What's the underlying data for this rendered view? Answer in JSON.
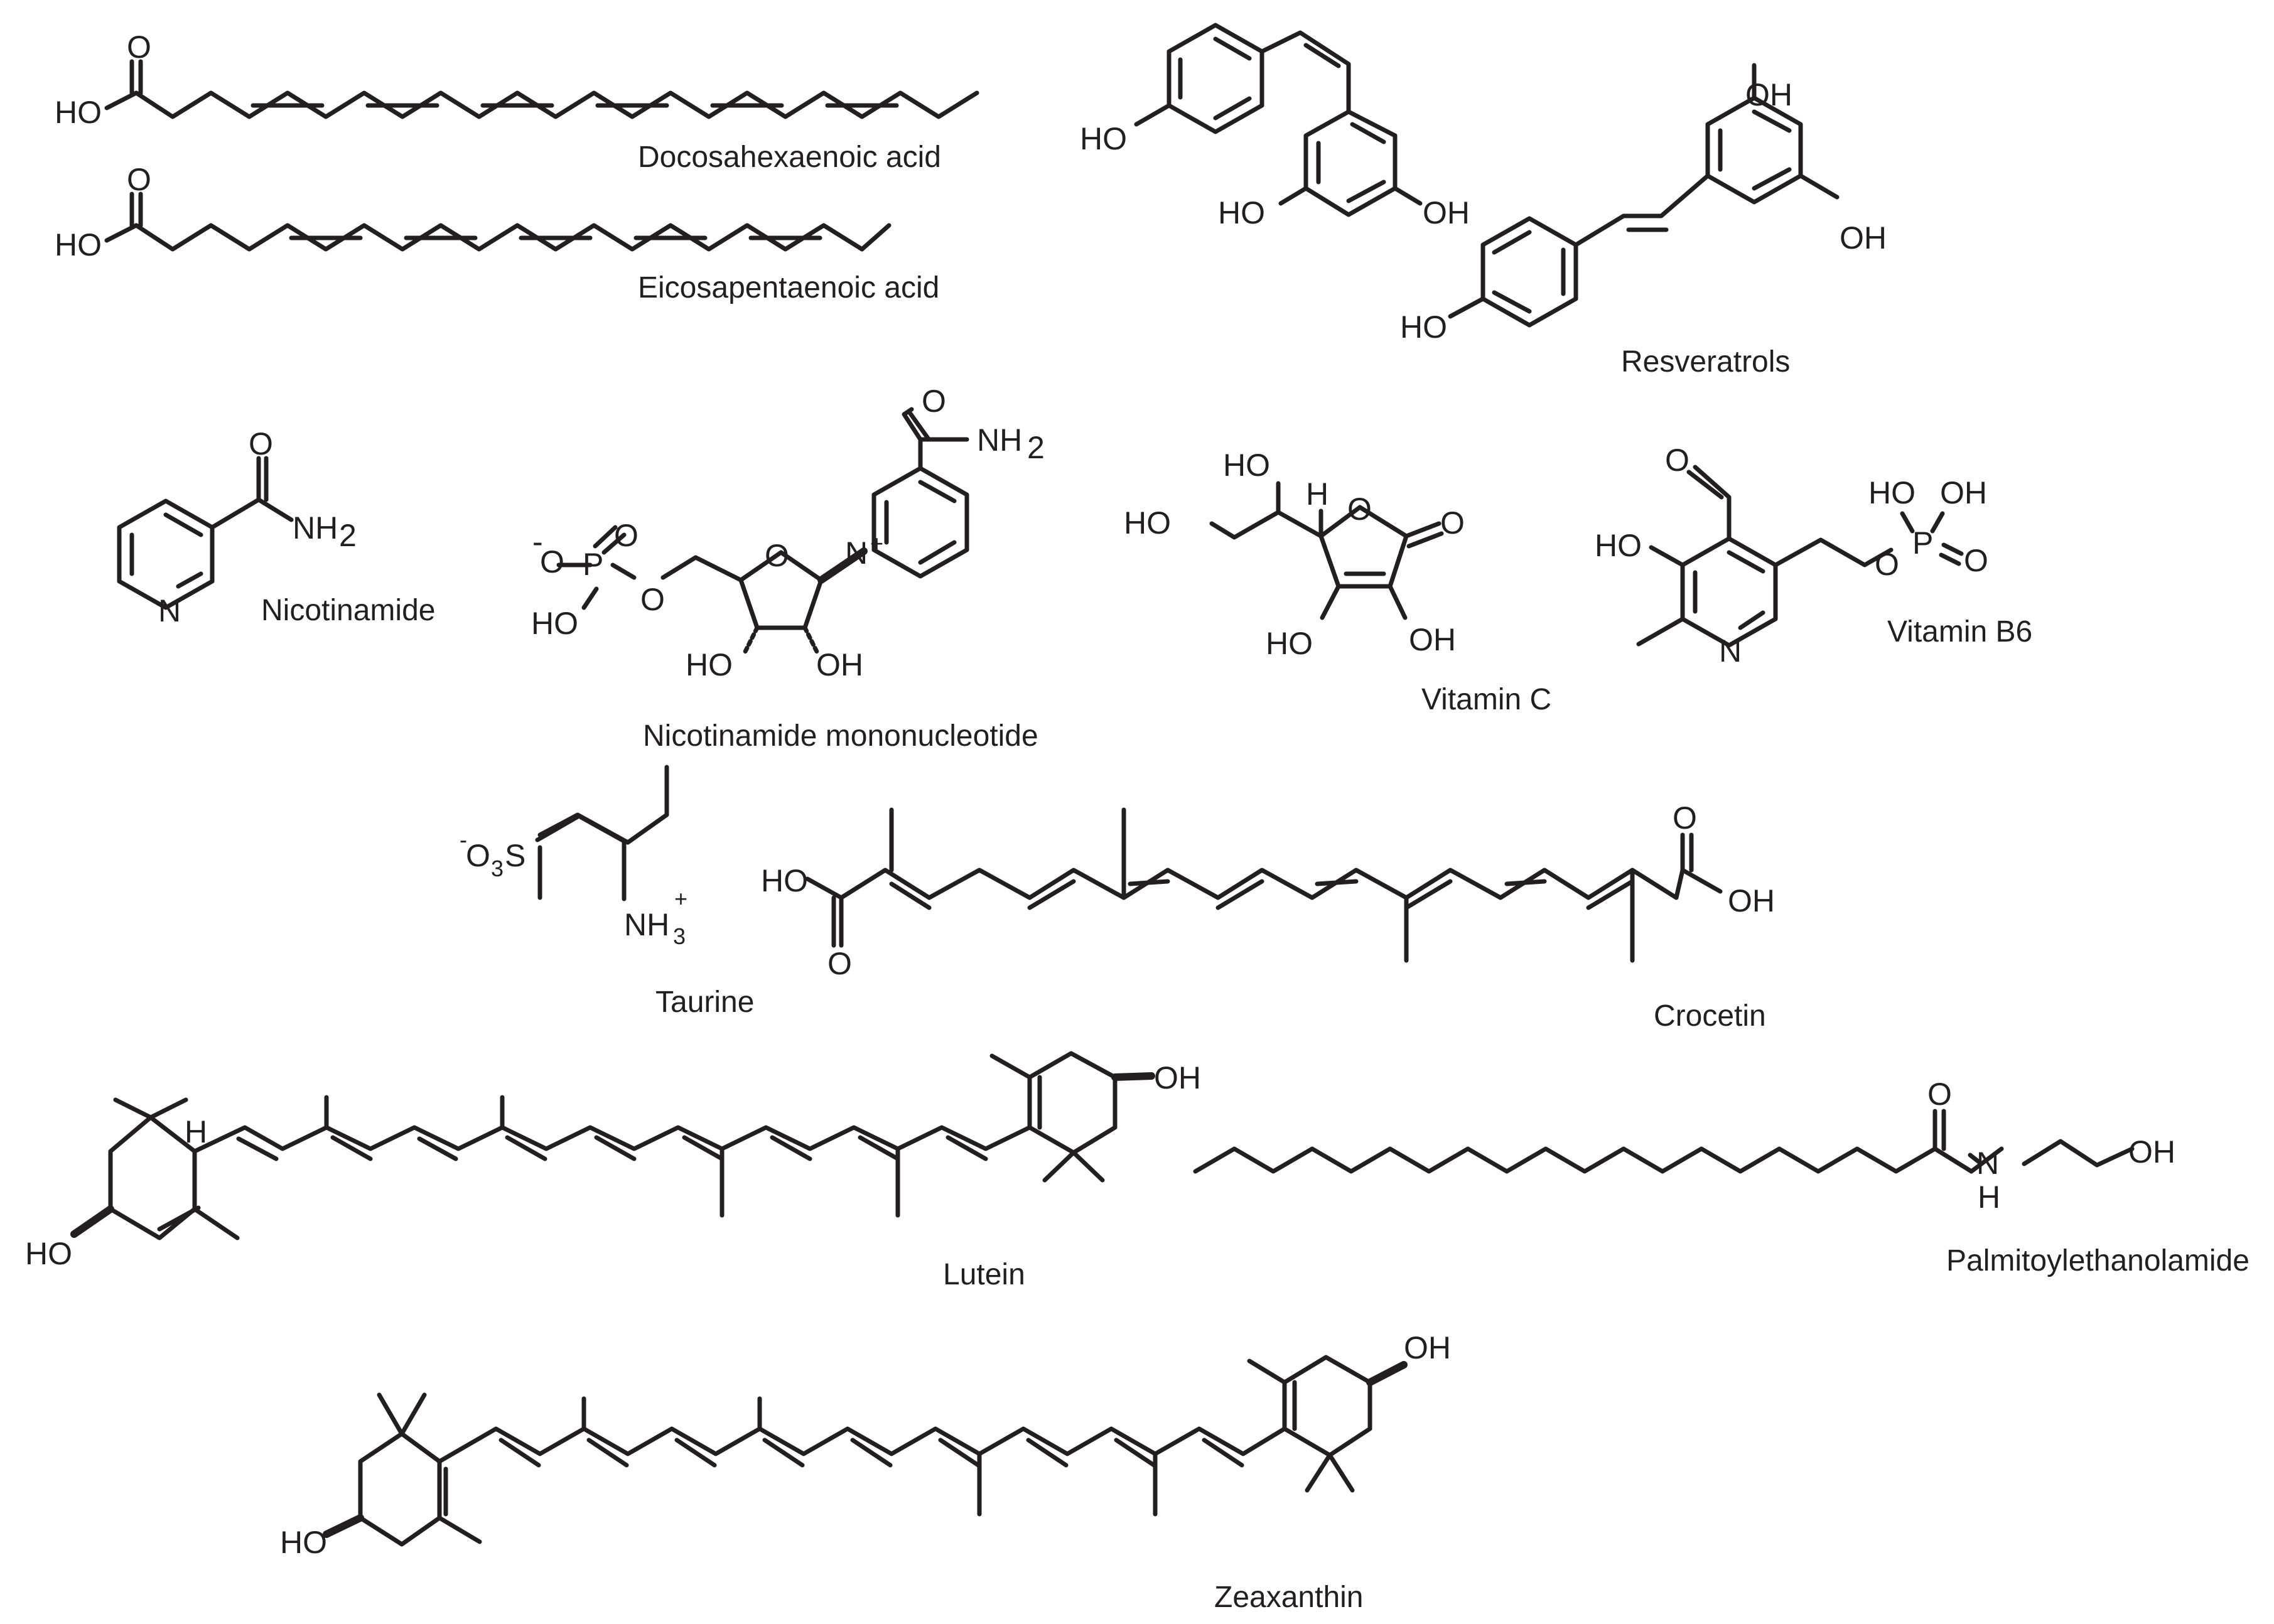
{
  "figure": {
    "compounds": [
      {
        "name": "Docosahexaenoic acid",
        "labels": [
          "O",
          "HO"
        ]
      },
      {
        "name": "Eicosapentaenoic acid",
        "labels": [
          "O",
          "HO"
        ]
      },
      {
        "name": "Resveratrols",
        "labels": [
          "HO",
          "HO",
          "OH",
          "OH",
          "HO",
          "OH"
        ]
      },
      {
        "name": "Nicotinamide",
        "labels": [
          "O",
          "NH",
          "2",
          "N"
        ]
      },
      {
        "name": "Nicotinamide mononucleotide",
        "labels": [
          "O",
          "NH",
          "2",
          "-",
          "O",
          "P",
          "O",
          "O",
          "HO",
          "O",
          "N",
          "+",
          "HO",
          "OH"
        ]
      },
      {
        "name": "Vitamin C",
        "labels": [
          "HO",
          "H",
          "O",
          "O",
          "HO",
          "HO",
          "OH"
        ]
      },
      {
        "name": "Vitamin B6",
        "labels": [
          "O",
          "HO",
          "OH",
          "HO",
          "P",
          "O",
          "O",
          "N"
        ]
      },
      {
        "name": "Taurine",
        "labels": [
          "-",
          "O",
          "3",
          "S",
          "NH",
          "3",
          "+"
        ]
      },
      {
        "name": "Crocetin",
        "labels": [
          "O",
          "HO",
          "OH",
          "O"
        ]
      },
      {
        "name": "Lutein",
        "labels": [
          "H",
          "OH",
          "HO"
        ]
      },
      {
        "name": "Palmitoylethanolamide",
        "labels": [
          "O",
          "N",
          "H",
          "OH"
        ]
      },
      {
        "name": "Zeaxanthin",
        "labels": [
          "OH",
          "HO"
        ]
      }
    ]
  },
  "colors": {
    "ink": "#231f20",
    "background": "#ffffff"
  }
}
